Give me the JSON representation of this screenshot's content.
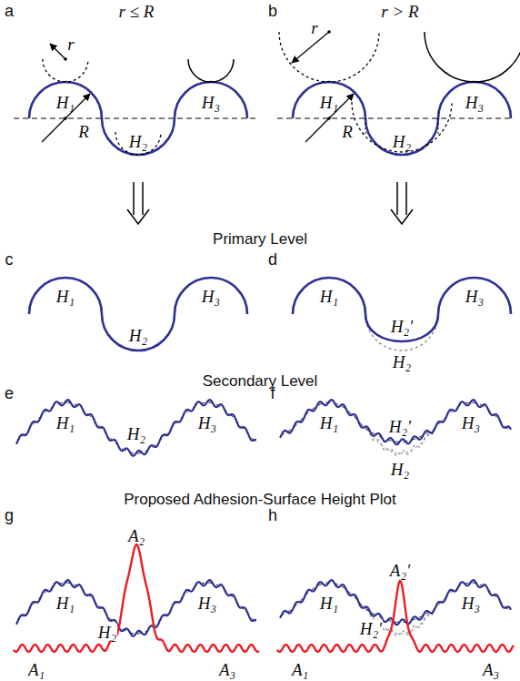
{
  "diagram": {
    "labels": [
      "a",
      "r ≤ R",
      "b",
      "r > R",
      "r",
      "H₁",
      "R",
      "H₃",
      "H₂",
      "r",
      "H₁",
      "R",
      "H₃",
      "H₂",
      "Primary Level",
      "c",
      "d",
      "H₁",
      "H₃",
      "H₂",
      "H₁",
      "H₃",
      "H₂′",
      "H₂",
      "Secondary Level",
      "e",
      "f",
      "H₁",
      "H₃",
      "H₂",
      "H₁",
      "H₃",
      "H₂′",
      "H₂",
      "Proposed Adhesion-Surface Height Plot",
      "g",
      "h",
      "A₂",
      "H₁",
      "H₃",
      "H₂",
      "A₁",
      "A₃",
      "A₂′",
      "H₁",
      "H₃",
      "H₂′",
      "A₁",
      "A₃"
    ]
  }
}
